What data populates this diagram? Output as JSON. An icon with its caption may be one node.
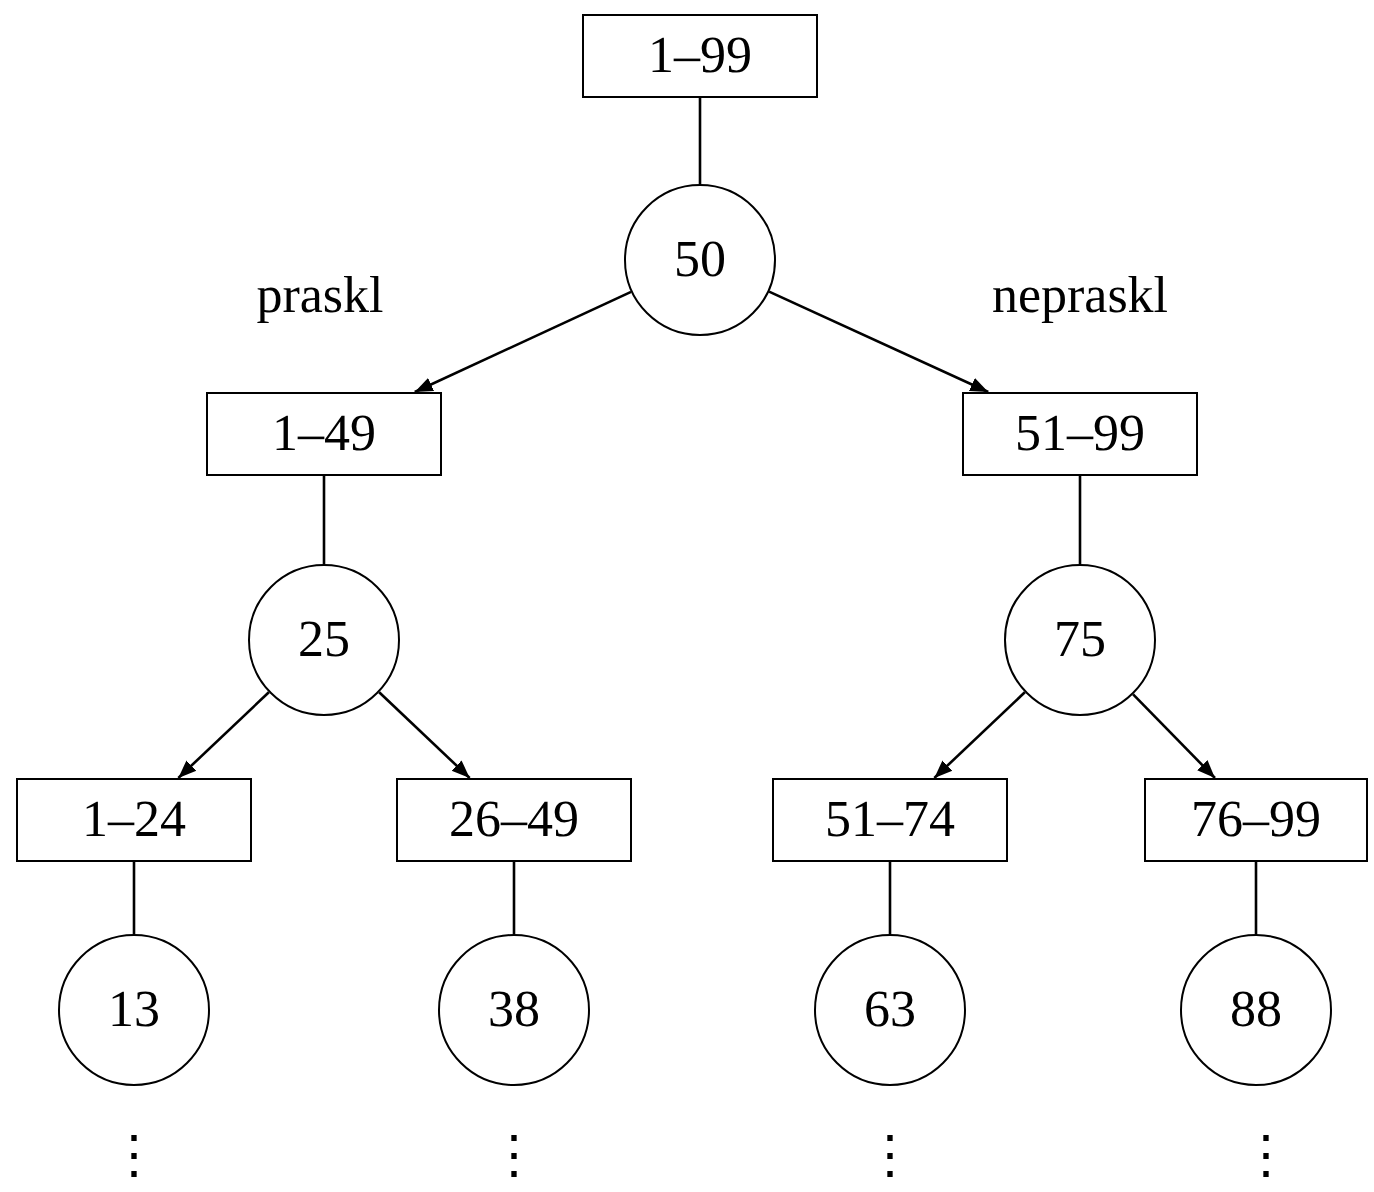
{
  "diagram": {
    "nodes": [
      {
        "text": [
          "1–99"
        ]
      },
      {
        "text": [
          "50"
        ]
      },
      {
        "text": [
          "1–49"
        ]
      },
      {
        "text": [
          "51–99"
        ]
      },
      {
        "text": [
          "25"
        ]
      },
      {
        "text": [
          "75"
        ]
      },
      {
        "text": [
          "1–24"
        ]
      },
      {
        "text": [
          "26–49"
        ]
      },
      {
        "text": [
          "51–74"
        ]
      },
      {
        "text": [
          "76–99"
        ]
      },
      {
        "text": [
          "13"
        ]
      },
      {
        "text": [
          "38"
        ]
      },
      {
        "text": [
          "63"
        ]
      },
      {
        "text": [
          "88"
        ]
      }
    ],
    "edges": [
      {
        "from": 0,
        "to": 1,
        "arrow": "none"
      },
      {
        "from": 1,
        "to": 2,
        "arrow": "to",
        "label": "praskl"
      },
      {
        "from": 1,
        "to": 3,
        "arrow": "to",
        "label": "nepraskl"
      },
      {
        "from": 2,
        "to": 4,
        "arrow": "none"
      },
      {
        "from": 3,
        "to": 5,
        "arrow": "none"
      },
      {
        "from": 4,
        "to": 6,
        "arrow": "to"
      },
      {
        "from": 4,
        "to": 7,
        "arrow": "to"
      },
      {
        "from": 5,
        "to": 8,
        "arrow": "to"
      },
      {
        "from": 5,
        "to": 9,
        "arrow": "to"
      },
      {
        "from": 6,
        "to": 10,
        "arrow": "none"
      },
      {
        "from": 7,
        "to": 11,
        "arrow": "none"
      },
      {
        "from": 8,
        "to": 12,
        "arrow": "none"
      },
      {
        "from": 9,
        "to": 13,
        "arrow": "none"
      }
    ],
    "labels": [
      "⋮",
      "⋮",
      "⋮",
      "⋮"
    ]
  }
}
